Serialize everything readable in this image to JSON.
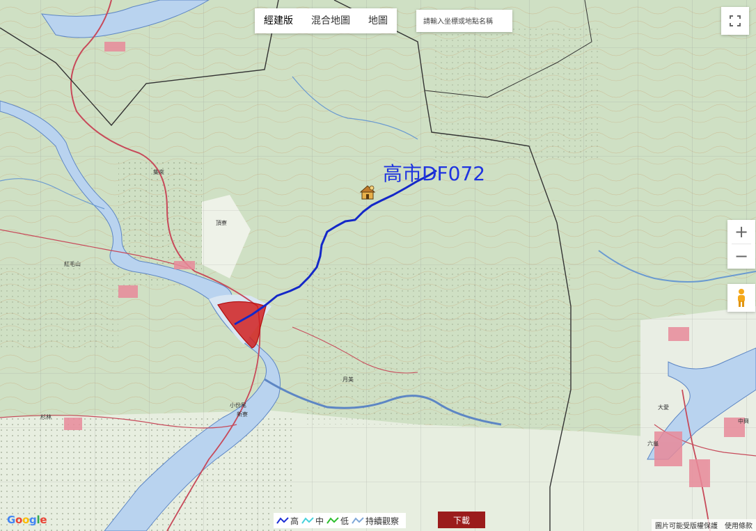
{
  "map_types": [
    "經建版",
    "混合地圖",
    "地圖"
  ],
  "active_map_type": "經建版",
  "search": {
    "placeholder": "請輸入坐標或地點名稱"
  },
  "controls": {
    "fullscreen_icon": "fullscreen-icon",
    "zoom_in": "+",
    "zoom_out": "−",
    "pegman_icon": "pegman-icon"
  },
  "marker_label": "高市DF072",
  "legend": {
    "high": "高",
    "medium": "中",
    "low": "低",
    "monitor": "持續觀察",
    "colors": {
      "high": "#1e2fd6",
      "medium": "#48d2dc",
      "low": "#2fbf2f",
      "monitor": "#7fa8d8"
    }
  },
  "download_label": "下載",
  "google_logo": "Google",
  "footer": {
    "attribution": "圖片可能受版權保護",
    "terms": "使用條款"
  },
  "colors": {
    "stream": "#1428c8",
    "hazard_area": "#d11a1a",
    "download_bg": "#9b1c1c"
  },
  "place_labels": [
    "杉林",
    "大愛",
    "六龜",
    "中興",
    "月美",
    "新寮",
    "小份尾",
    "紅毛山",
    "集來",
    "頂寮"
  ]
}
